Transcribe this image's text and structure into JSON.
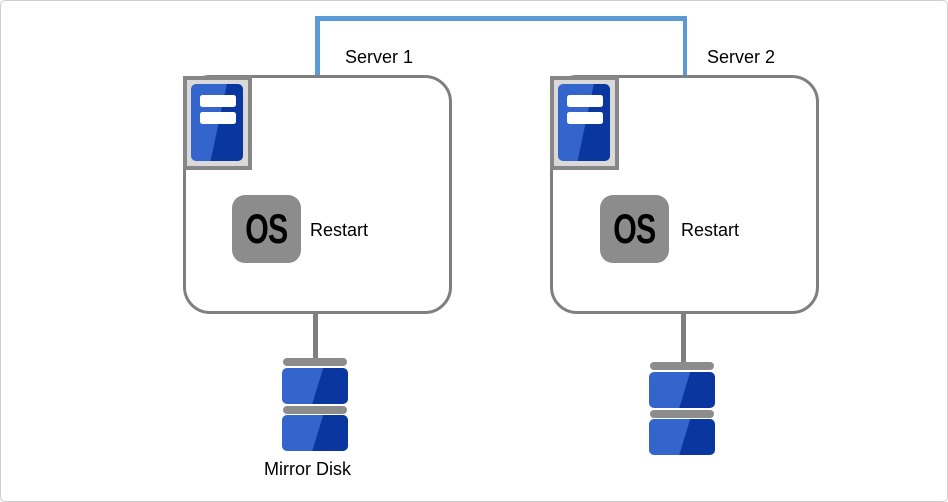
{
  "colors": {
    "accent": "#5b9bd5",
    "box-border": "#7f7f7f",
    "icon-gray": "#8c8c8c",
    "panel-gray": "#d9d9d9",
    "panel-border": "#878787",
    "blue-light": "#3465cd",
    "blue-dark": "#09379f",
    "frame-border": "#cfcfcf"
  },
  "servers": [
    {
      "label": "Server 1",
      "os_badge": "OS",
      "action": "Restart"
    },
    {
      "label": "Server 2",
      "os_badge": "OS",
      "action": "Restart"
    }
  ],
  "storage": {
    "mirror_disk_label": "Mirror Disk"
  }
}
